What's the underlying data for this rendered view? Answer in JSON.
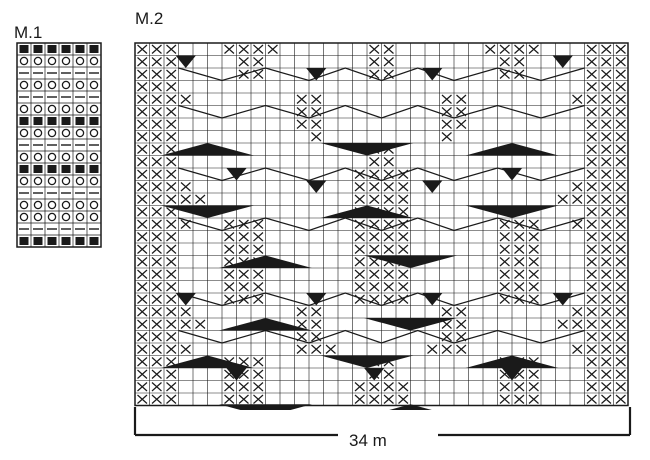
{
  "diagrams": {
    "m1": {
      "label": "M.1",
      "rows_top_to_bottom": [
        "B",
        "O",
        "D",
        "O",
        "D",
        "O",
        "B",
        "O",
        "D",
        "O",
        "B",
        "O",
        "D",
        "O",
        "O",
        "D",
        "B"
      ],
      "stitches_per_row": 6
    },
    "m2": {
      "label": "M.2",
      "width_label": "34 m",
      "stitches": 34,
      "rows": 29
    }
  },
  "symbol_legend_codes": {
    "B": "filled-square",
    "O": "circle",
    "D": "dash",
    "X": "cross",
    "T": "filled-triangle"
  },
  "colors": {
    "ink": "#1a1a1a",
    "grid": "#333333",
    "background": "#ffffff"
  }
}
